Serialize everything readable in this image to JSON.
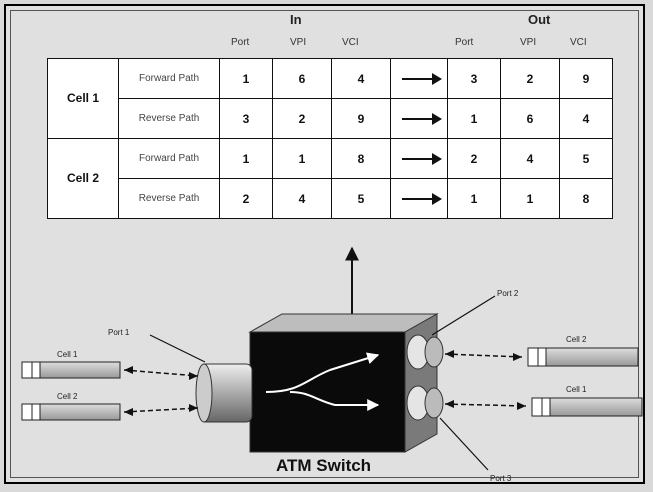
{
  "header": {
    "in": "In",
    "out": "Out",
    "in_cols": [
      "Port",
      "VPI",
      "VCI"
    ],
    "out_cols": [
      "Port",
      "VPI",
      "VCI"
    ]
  },
  "table": {
    "rows": [
      {
        "cell": "Cell 1",
        "path": "Forward Path",
        "in": [
          "1",
          "6",
          "4"
        ],
        "out": [
          "3",
          "2",
          "9"
        ]
      },
      {
        "cell": "",
        "path": "Reverse Path",
        "in": [
          "3",
          "2",
          "9"
        ],
        "out": [
          "1",
          "6",
          "4"
        ]
      },
      {
        "cell": "Cell 2",
        "path": "Forward Path",
        "in": [
          "1",
          "1",
          "8"
        ],
        "out": [
          "2",
          "4",
          "5"
        ]
      },
      {
        "cell": "",
        "path": "Reverse Path",
        "in": [
          "2",
          "4",
          "5"
        ],
        "out": [
          "1",
          "1",
          "8"
        ]
      }
    ]
  },
  "diagram": {
    "switch_label": "ATM Switch",
    "port1": "Port 1",
    "port2": "Port 2",
    "port3": "Port 3",
    "left_cells": [
      "Cell 1",
      "Cell 2"
    ],
    "right_cells": [
      "Cell 2",
      "Cell 1"
    ]
  }
}
